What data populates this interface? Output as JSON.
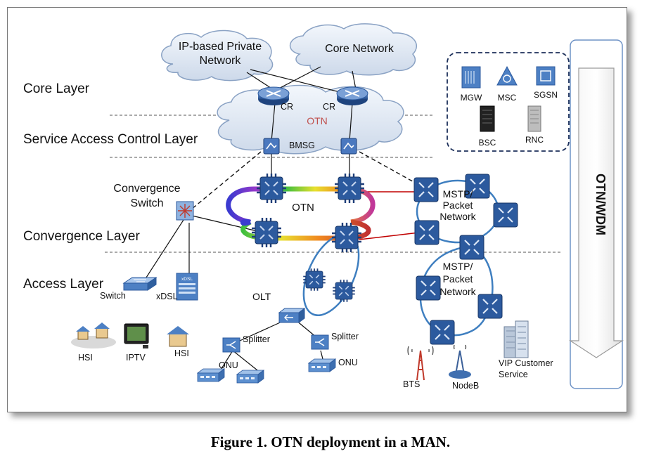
{
  "layers": {
    "core": "Core Layer",
    "service_access": "Service Access Control Layer",
    "convergence": "Convergence Layer",
    "access": "Access Layer"
  },
  "clouds": {
    "ip_private": [
      "IP-based Private",
      "Network"
    ],
    "core_network": "Core Network",
    "otn": "OTN"
  },
  "nodes": {
    "cr1": "CR",
    "cr2": "CR",
    "bmsg": "BMSG",
    "convergence_switch": [
      "Convergence",
      "Switch"
    ],
    "otn_ring": "OTN",
    "mstp_upper": [
      "MSTP/",
      "Packet",
      "Network"
    ],
    "mstp_lower": [
      "MSTP/",
      "Packet",
      "Network"
    ],
    "switch": "Switch",
    "xdsl": "xDSL",
    "xdsl_badge": "xDSL",
    "olt": "OLT",
    "splitter_left": "Splitter",
    "splitter_right": "Splitter",
    "onu_left": "ONU",
    "onu_right": "ONU",
    "hsi_left": "HSI",
    "iptv": "IPTV",
    "hsi_right": "HSI",
    "bts": "BTS",
    "nodeb": "NodeB",
    "vip": [
      "VIP Customer",
      "Service"
    ]
  },
  "mobile_core": {
    "mgw": "MGW",
    "msc": "MSC",
    "sgsn": "SGSN",
    "bsc": "BSC",
    "rnc": "RNC"
  },
  "side_bar": "OTN/WDM",
  "caption": "Figure 1. OTN deployment in a MAN.",
  "colors": {
    "cloud_fill": "#e6edf7",
    "cloud_stroke": "#8aa2c4",
    "router_blue": "#2c5a9e",
    "otn_label": "#c0504d",
    "mstp_link": "#5b8fc6",
    "red_link": "#c00000"
  },
  "icons": [
    "router-icon",
    "ring-switch-icon",
    "bmsg-icon",
    "convergence-switch-icon",
    "switch-icon",
    "xdsl-icon",
    "olt-icon",
    "splitter-icon",
    "onu-icon",
    "house-icon",
    "tv-icon",
    "antenna-tower-icon",
    "nodeb-icon",
    "building-icon",
    "mgw-icon",
    "msc-icon",
    "sgsn-icon",
    "bsc-server-icon",
    "rnc-server-icon",
    "down-arrow-icon"
  ]
}
